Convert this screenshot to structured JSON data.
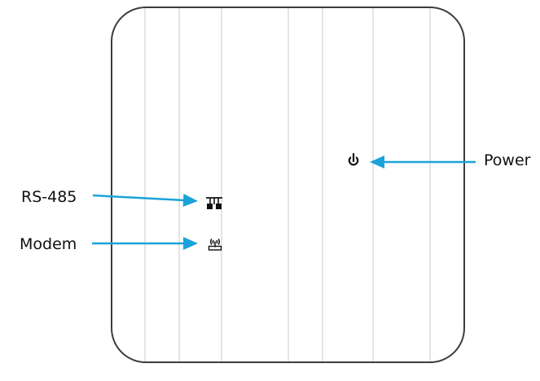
{
  "labels": {
    "power": "Power",
    "rs485": "RS-485",
    "modem": "Modem"
  },
  "icons": {
    "power": "power-icon",
    "rs485": "rs485-icon",
    "modem": "modem-antenna-icon"
  },
  "colors": {
    "arrow": "#1ba3d9",
    "outline": "#3c3c3c",
    "stripe": "#c8c8c8",
    "icon": "#111111"
  }
}
